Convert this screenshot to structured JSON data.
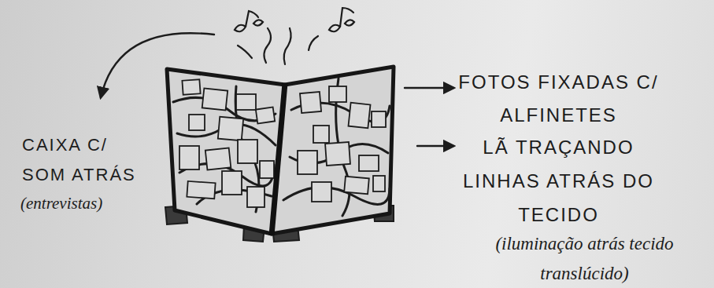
{
  "diagram": {
    "labels": [
      "CAIXA C/ SOM ATRÁS",
      "(entrevistas)",
      "FOTOS FIXADAS C/ ALFINETES",
      "LÃ TRAÇANDO LINHAS ATRÁS DO TECIDO",
      "(iluminação atrás tecido translúcido)"
    ]
  }
}
